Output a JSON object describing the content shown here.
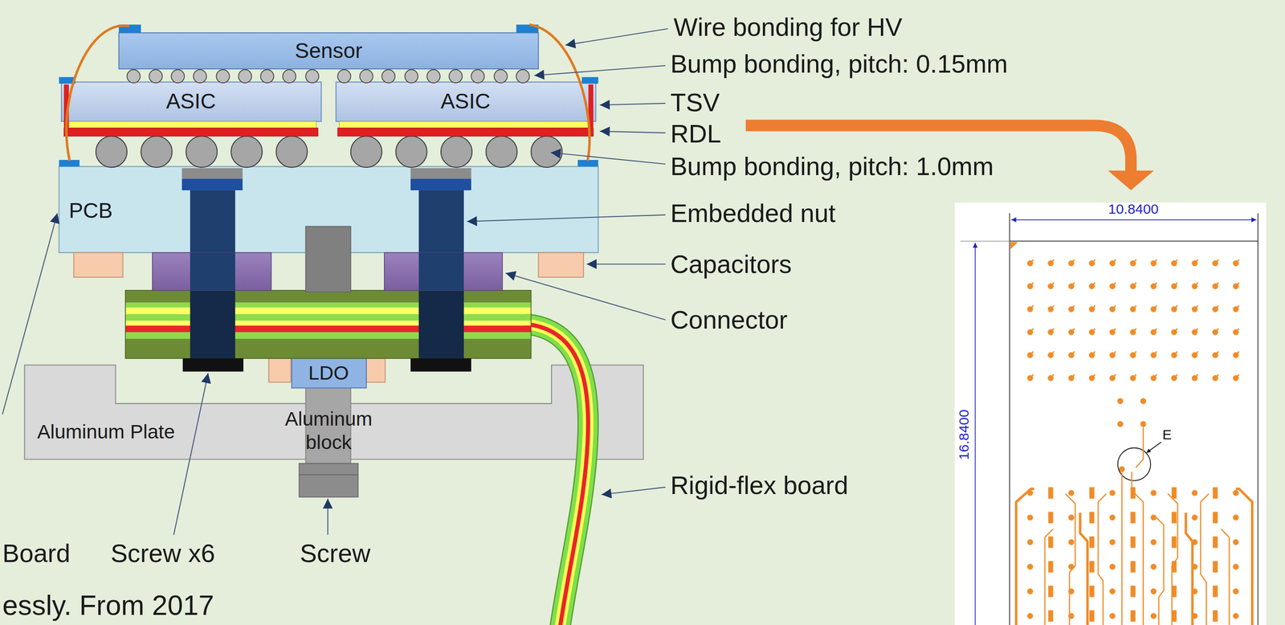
{
  "diagram": {
    "nodes": [
      {
        "text": [
          "Sensor"
        ]
      },
      {
        "text": [
          "ASIC"
        ]
      },
      {
        "text": [
          "ASIC"
        ]
      },
      {
        "text": [
          "PCB"
        ]
      },
      {
        "text": [
          "LDO"
        ]
      },
      {
        "text": [
          "Aluminum Plate"
        ]
      },
      {
        "text": [
          "Aluminum block"
        ],
        "in": 5
      }
    ],
    "labels": [
      "Wire bonding for HV",
      "Bump bonding, pitch: 0.15mm",
      "TSV",
      "RDL",
      "Bump bonding, pitch: 1.0mm",
      "Embedded nut",
      "Capacitors",
      "Connector",
      "Rigid-flex board",
      "Board",
      "Screw x6",
      "Screw",
      "essly. From 2017",
      "10.8400",
      "16.8400",
      "E"
    ]
  }
}
